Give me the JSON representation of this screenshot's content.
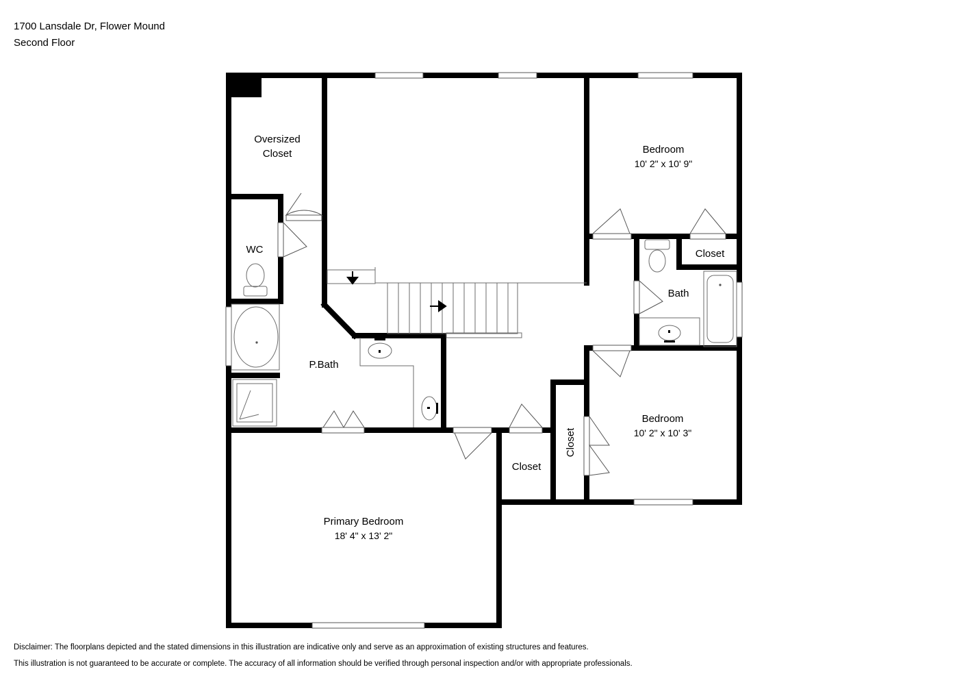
{
  "header": {
    "address": "1700 Lansdale Dr, Flower Mound",
    "floor": "Second Floor"
  },
  "rooms": {
    "oversized_closet": {
      "line1": "Oversized",
      "line2": "Closet"
    },
    "wc": {
      "name": "WC"
    },
    "pbath": {
      "name": "P.Bath"
    },
    "bedroom_top": {
      "name": "Bedroom",
      "dims": "10' 2\" x 10' 9\""
    },
    "closet_top_right": {
      "name": "Closet"
    },
    "bath": {
      "name": "Bath"
    },
    "bedroom_bottom": {
      "name": "Bedroom",
      "dims": "10' 2\" x 10' 3\""
    },
    "closet_vertical": {
      "name": "Closet"
    },
    "closet_center": {
      "name": "Closet"
    },
    "primary_bedroom": {
      "name": "Primary Bedroom",
      "dims": "18' 4\" x 13' 2\""
    }
  },
  "disclaimer": {
    "line1": "Disclaimer: The floorplans depicted and the stated dimensions in this illustration are indicative only and serve as an approximation of existing structures and features.",
    "line2": "This illustration is not guaranteed to be accurate or complete. The accuracy of all information should be verified through personal inspection and/or with appropriate professionals."
  },
  "colors": {
    "wall": "#000000",
    "fixture": "#6b6b6b",
    "background": "#ffffff"
  }
}
